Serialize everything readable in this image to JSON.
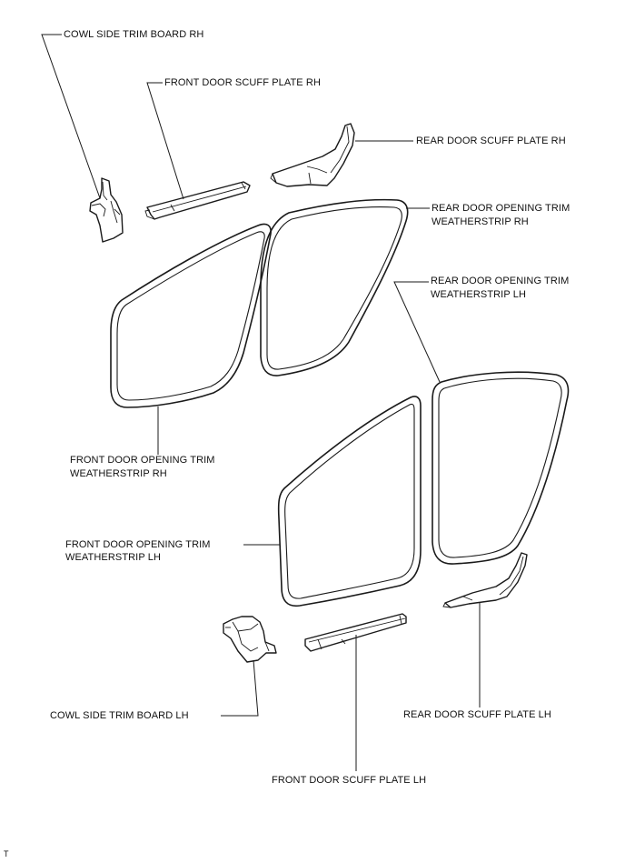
{
  "labels": {
    "cowl_rh": "COWL SIDE TRIM BOARD RH",
    "front_scuff_rh": "FRONT DOOR SCUFF PLATE RH",
    "rear_scuff_rh": "REAR DOOR SCUFF PLATE RH",
    "rear_ws_rh_line1": "REAR DOOR OPENING TRIM",
    "rear_ws_rh_line2": "WEATHERSTRIP RH",
    "rear_ws_lh_line1": "REAR DOOR OPENING TRIM",
    "rear_ws_lh_line2": "WEATHERSTRIP LH",
    "front_ws_rh_line1": "FRONT DOOR OPENING TRIM",
    "front_ws_rh_line2": "WEATHERSTRIP RH",
    "front_ws_lh_line1": "FRONT DOOR OPENING TRIM",
    "front_ws_lh_line2": "WEATHERSTRIP LH",
    "cowl_lh": "COWL SIDE TRIM BOARD LH",
    "rear_scuff_lh": "REAR DOOR SCUFF PLATE LH",
    "front_scuff_lh": "FRONT DOOR SCUFF PLATE LH",
    "corner_mark": "T"
  }
}
